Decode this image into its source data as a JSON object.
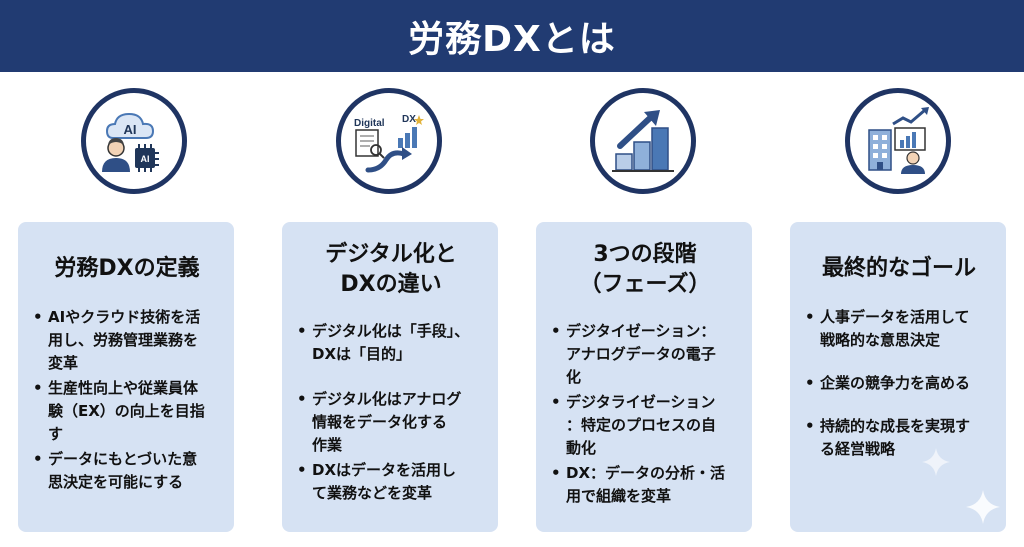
{
  "title": "労務DXとは",
  "icons": [
    {
      "name": "ai-cloud-person-icon",
      "labels": [
        "AI",
        "AI"
      ]
    },
    {
      "name": "digital-to-dx-icon",
      "labels": [
        "Digital",
        "DX"
      ]
    },
    {
      "name": "growth-chart-icon",
      "labels": []
    },
    {
      "name": "business-growth-icon",
      "labels": []
    }
  ],
  "cards": [
    {
      "title": "労務DXの定義",
      "items": [
        "AIやクラウド技術を活\n用し、労務管理業務を\n変革",
        "生産性向上や従業員体\n験（EX）の向上を目指\nす",
        "データにもとづいた意\n思決定を可能にする"
      ]
    },
    {
      "title": "デジタル化と\nDXの違い",
      "items": [
        "デジタル化は「手段」、\nDXは「目的」",
        "デジタル化はアナログ\n情報をデータ化する\n作業",
        "DXはデータを活用し\nて業務などを変革"
      ]
    },
    {
      "title": "3つの段階\n（フェーズ）",
      "items": [
        "デジタイゼーション：\nアナログデータの電子\n化",
        "デジタライゼーション\n：特定のプロセスの自\n動化",
        "DX：データの分析・活\n用で組織を変革"
      ]
    },
    {
      "title": "最終的なゴール",
      "items": [
        "人事データを活用して\n戦略的な意思決定",
        "企業の競争力を高める",
        "持続的な成長を実現す\nる経営戦略"
      ]
    }
  ],
  "colors": {
    "banner": "#213b72",
    "card": "#d6e2f3",
    "icon_ring": "#1f3463",
    "accent_blue": "#4a78b5"
  }
}
